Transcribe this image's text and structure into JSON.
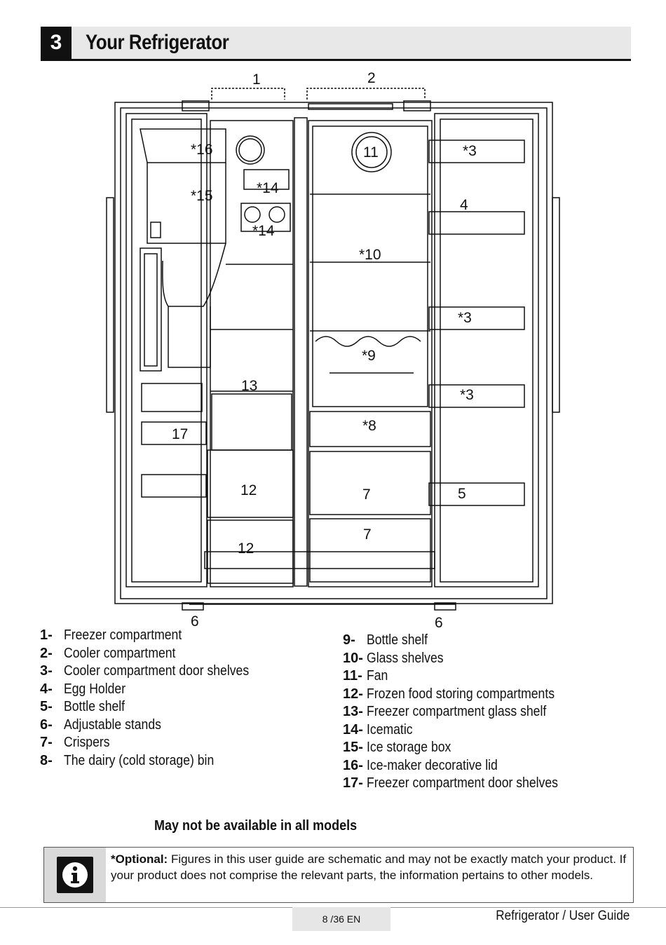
{
  "header": {
    "number": "3",
    "title": "Your Refrigerator"
  },
  "diagram_labels": {
    "l1": "1",
    "l2": "2",
    "l16": "*16",
    "l15": "*15",
    "l14a": "*14",
    "l14b": "*14",
    "l11": "11",
    "l3a": "*3",
    "l4": "4",
    "l10": "*10",
    "l3b": "*3",
    "l9": "*9",
    "l13": "13",
    "l3c": "*3",
    "l17": "17",
    "l8": "*8",
    "l12a": "12",
    "l7a": "7",
    "l5": "5",
    "l7b": "7",
    "l12b": "12",
    "l6a": "6",
    "l6b": "6"
  },
  "legend_left": [
    {
      "num": "1-",
      "label": "Freezer compartment"
    },
    {
      "num": "2-",
      "label": "Cooler compartment"
    },
    {
      "num": "3-",
      "label": "Cooler compartment door shelves"
    },
    {
      "num": "4-",
      "label": "Egg Holder"
    },
    {
      "num": "5-",
      "label": "Bottle shelf"
    },
    {
      "num": "6-",
      "label": "Adjustable stands"
    },
    {
      "num": "7-",
      "label": "Crispers"
    },
    {
      "num": "8-",
      "label": "The dairy (cold storage) bin"
    }
  ],
  "legend_right": [
    {
      "num": "9-",
      "label": "Bottle shelf"
    },
    {
      "num": "10-",
      "label": "Glass shelves"
    },
    {
      "num": "11-",
      "label": "Fan"
    },
    {
      "num": "12-",
      "label": "Frozen food storing compartments"
    },
    {
      "num": "13-",
      "label": "Freezer compartment glass shelf"
    },
    {
      "num": "14-",
      "label": "Icematic"
    },
    {
      "num": "15-",
      "label": "Ice storage box"
    },
    {
      "num": "16-",
      "label": "Ice-maker decorative lid"
    },
    {
      "num": "17-",
      "label": "Freezer compartment door shelves"
    }
  ],
  "availability_note": "May not be available in all models",
  "note": {
    "bold": "*Optional:",
    "text": " Figures in this user guide are schematic and may not be exactly match your product. If your product does not comprise the relevant parts, the information pertains to other models."
  },
  "footer": {
    "page": "8 /36 EN",
    "title": "Refrigerator / User Guide"
  }
}
